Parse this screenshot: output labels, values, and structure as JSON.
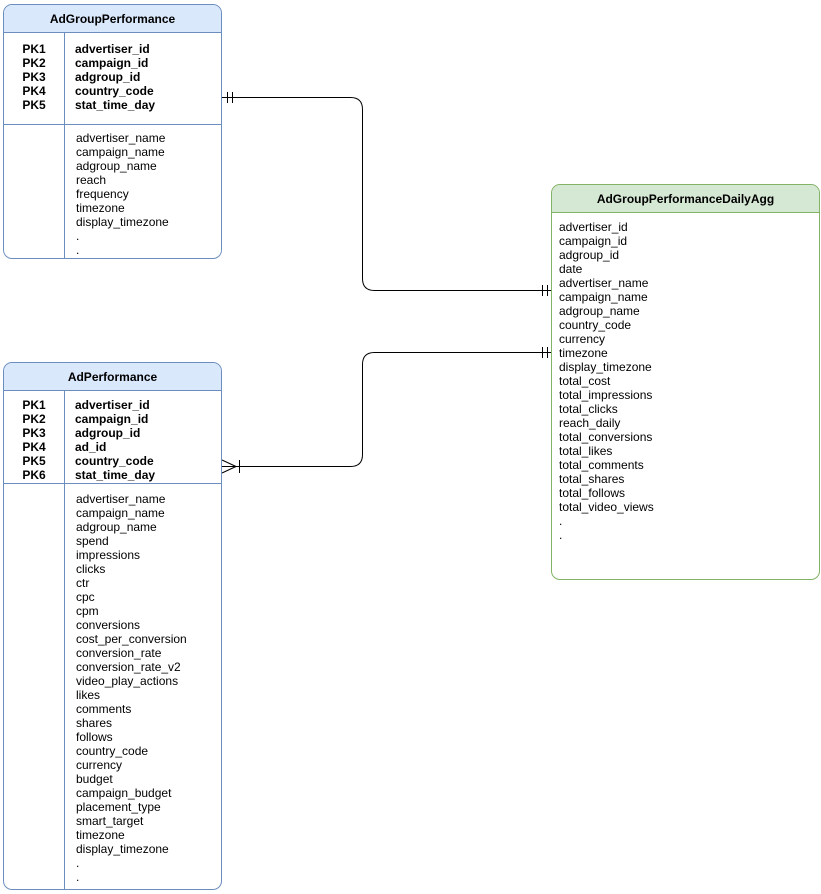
{
  "diagram": {
    "type": "entity-relationship",
    "background_color": "#ffffff",
    "text_color": "#000000",
    "connector_color": "#000000",
    "entities": [
      {
        "name": "AdGroupPerformance",
        "header_fill": "#dae8fc",
        "border_color": "#6c8ebf",
        "primary_keys": [
          {
            "key": "PK1",
            "name": "advertiser_id"
          },
          {
            "key": "PK2",
            "name": "campaign_id"
          },
          {
            "key": "PK3",
            "name": "adgroup_id"
          },
          {
            "key": "PK4",
            "name": "country_code"
          },
          {
            "key": "PK5",
            "name": "stat_time_day"
          }
        ],
        "fields": [
          "advertiser_name",
          "campaign_name",
          "adgroup_name",
          "reach",
          "frequency",
          "timezone",
          "display_timezone",
          ".",
          "."
        ]
      },
      {
        "name": "AdPerformance",
        "header_fill": "#dae8fc",
        "border_color": "#6c8ebf",
        "primary_keys": [
          {
            "key": "PK1",
            "name": "advertiser_id"
          },
          {
            "key": "PK2",
            "name": "campaign_id"
          },
          {
            "key": "PK3",
            "name": "adgroup_id"
          },
          {
            "key": "PK4",
            "name": "ad_id"
          },
          {
            "key": "PK5",
            "name": "country_code"
          },
          {
            "key": "PK6",
            "name": "stat_time_day"
          }
        ],
        "fields": [
          "advertiser_name",
          "campaign_name",
          "adgroup_name",
          "spend",
          "impressions",
          "clicks",
          "ctr",
          "cpc",
          "cpm",
          "conversions",
          "cost_per_conversion",
          "conversion_rate",
          "conversion_rate_v2",
          "video_play_actions",
          "likes",
          "comments",
          "shares",
          "follows",
          "country_code",
          "currency",
          "budget",
          "campaign_budget",
          "placement_type",
          "smart_target",
          "timezone",
          "display_timezone",
          ".",
          "."
        ]
      },
      {
        "name": "AdGroupPerformanceDailyAgg",
        "header_fill": "#d5e8d4",
        "border_color": "#82b366",
        "primary_keys": [],
        "fields": [
          "advertiser_id",
          "campaign_id",
          "adgroup_id",
          "date",
          "advertiser_name",
          "campaign_name",
          "adgroup_name",
          "country_code",
          "currency",
          "timezone",
          "display_timezone",
          "total_cost",
          "total_impressions",
          "total_clicks",
          "reach_daily",
          "total_conversions",
          "total_likes",
          "total_comments",
          "total_shares",
          "total_follows",
          "total_video_views",
          ".",
          "."
        ]
      }
    ],
    "relationships": [
      {
        "from": "AdGroupPerformance",
        "to": "AdGroupPerformanceDailyAgg",
        "from_cardinality": "one-and-only-one",
        "to_cardinality": "one-and-only-one"
      },
      {
        "from": "AdPerformance",
        "to": "AdGroupPerformanceDailyAgg",
        "from_cardinality": "many",
        "to_cardinality": "one-and-only-one"
      }
    ]
  }
}
